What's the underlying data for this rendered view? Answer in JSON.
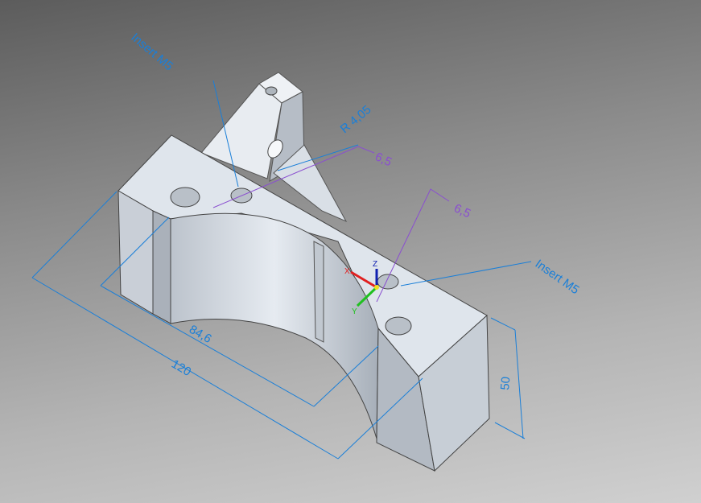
{
  "viewport": {
    "background": "gradient-gray"
  },
  "annotations": {
    "insert_top": "Insert M5",
    "radius": "R 4,05",
    "dim_65_top": "6,5",
    "dim_65_right": "6,5",
    "insert_right": "Insert M5",
    "dim_846": "84,6",
    "dim_120": "120",
    "dim_50": "50"
  },
  "triad": {
    "x": "X",
    "y": "Y",
    "z": "Z"
  },
  "colors": {
    "dimension": "#1a7fd8",
    "dimension_alt": "#8a4fd0",
    "part": "#dfe5ec"
  }
}
